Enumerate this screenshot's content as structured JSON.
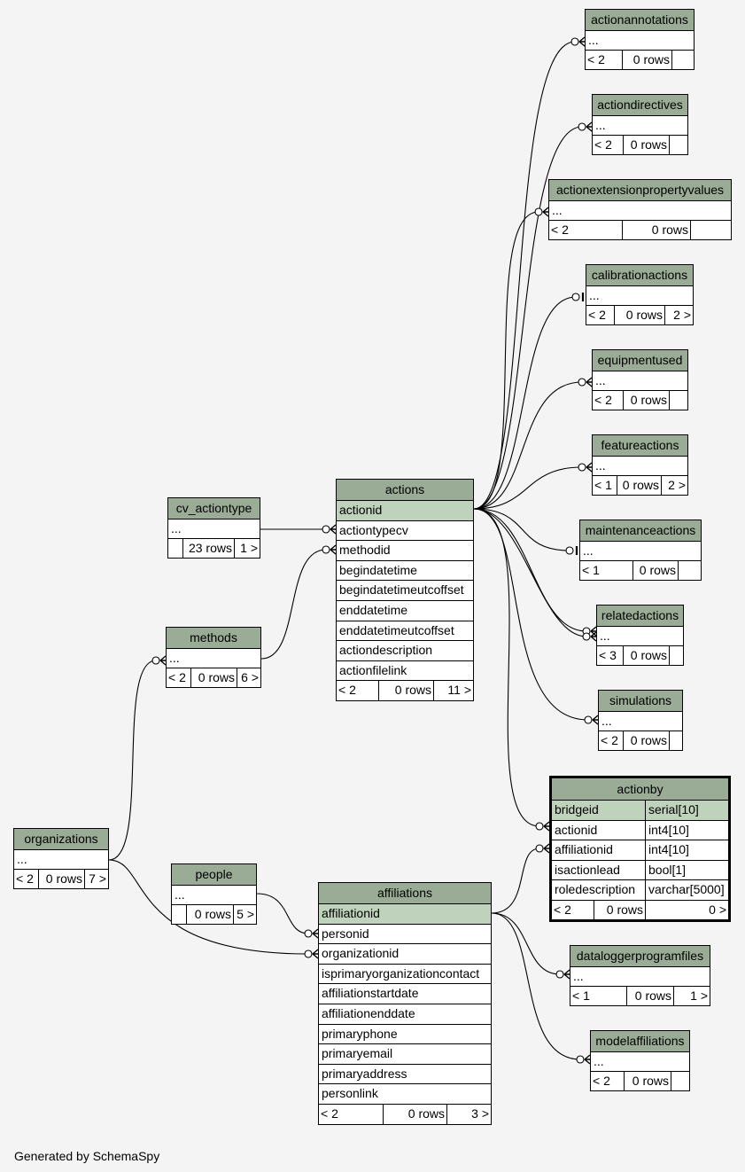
{
  "tables": {
    "actionannotations": {
      "title": "actionannotations",
      "rows": [
        "..."
      ],
      "footer": [
        "< 2",
        "0 rows",
        ""
      ]
    },
    "actiondirectives": {
      "title": "actiondirectives",
      "rows": [
        "..."
      ],
      "footer": [
        "< 2",
        "0 rows",
        ""
      ]
    },
    "actionextensionpropertyvalues": {
      "title": "actionextensionpropertyvalues",
      "rows": [
        "..."
      ],
      "footer": [
        "< 2",
        "0 rows",
        ""
      ]
    },
    "calibrationactions": {
      "title": "calibrationactions",
      "rows": [
        "..."
      ],
      "footer": [
        "< 2",
        "0 rows",
        "2 >"
      ]
    },
    "equipmentused": {
      "title": "equipmentused",
      "rows": [
        "..."
      ],
      "footer": [
        "< 2",
        "0 rows",
        ""
      ]
    },
    "featureactions": {
      "title": "featureactions",
      "rows": [
        "..."
      ],
      "footer": [
        "< 1",
        "0 rows",
        "2 >"
      ]
    },
    "maintenanceactions": {
      "title": "maintenanceactions",
      "rows": [
        "..."
      ],
      "footer": [
        "< 1",
        "0 rows",
        ""
      ]
    },
    "relatedactions": {
      "title": "relatedactions",
      "rows": [
        "..."
      ],
      "footer": [
        "< 3",
        "0 rows",
        ""
      ]
    },
    "simulations": {
      "title": "simulations",
      "rows": [
        "..."
      ],
      "footer": [
        "< 2",
        "0 rows",
        ""
      ]
    },
    "cv_actiontype": {
      "title": "cv_actiontype",
      "rows": [
        "..."
      ],
      "footer": [
        "",
        "23 rows",
        "1 >"
      ]
    },
    "methods": {
      "title": "methods",
      "rows": [
        "..."
      ],
      "footer": [
        "< 2",
        "0 rows",
        "6 >"
      ]
    },
    "actions": {
      "title": "actions",
      "rows": [
        "actionid",
        "actiontypecv",
        "methodid",
        "begindatetime",
        "begindatetimeutcoffset",
        "enddatetime",
        "enddatetimeutcoffset",
        "actiondescription",
        "actionfilelink"
      ],
      "footer": [
        "< 2",
        "0 rows",
        "11 >"
      ]
    },
    "actionby": {
      "title": "actionby",
      "rows": [
        [
          "bridgeid",
          "serial[10]"
        ],
        [
          "actionid",
          "int4[10]"
        ],
        [
          "affiliationid",
          "int4[10]"
        ],
        [
          "isactionlead",
          "bool[1]"
        ],
        [
          "roledescription",
          "varchar[5000]"
        ]
      ],
      "footer": [
        "< 2",
        "0 rows",
        "0 >"
      ]
    },
    "organizations": {
      "title": "organizations",
      "rows": [
        "..."
      ],
      "footer": [
        "< 2",
        "0 rows",
        "7 >"
      ]
    },
    "people": {
      "title": "people",
      "rows": [
        "..."
      ],
      "footer": [
        "",
        "0 rows",
        "5 >"
      ]
    },
    "affiliations": {
      "title": "affiliations",
      "rows": [
        "affiliationid",
        "personid",
        "organizationid",
        "isprimaryorganizationcontact",
        "affiliationstartdate",
        "affiliationenddate",
        "primaryphone",
        "primaryemail",
        "primaryaddress",
        "personlink"
      ],
      "footer": [
        "< 2",
        "0 rows",
        "3 >"
      ]
    },
    "dataloggerprogramfiles": {
      "title": "dataloggerprogramfiles",
      "rows": [
        "..."
      ],
      "footer": [
        "< 1",
        "0 rows",
        "1 >"
      ]
    },
    "modelaffiliations": {
      "title": "modelaffiliations",
      "rows": [
        "..."
      ],
      "footer": [
        "< 2",
        "0 rows",
        ""
      ]
    }
  },
  "footer_text": "Generated by SchemaSpy"
}
